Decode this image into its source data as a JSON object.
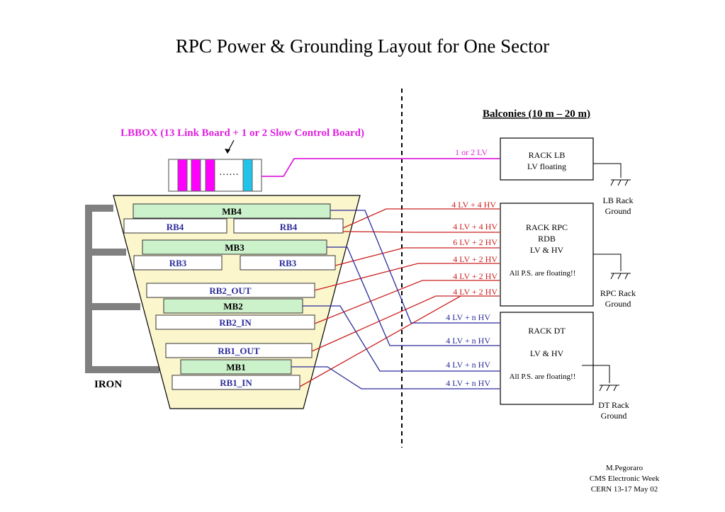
{
  "title": "RPC Power & Grounding Layout for One Sector",
  "balconies_label": "Balconies (10 m – 20 m)",
  "lbbox_label": "LBBOX (13 Link Board + 1 or 2 Slow Control Board)",
  "lbbox_dots": "······",
  "iron_label": "IRON",
  "chambers": {
    "mb4": "MB4",
    "rb4_left": "RB4",
    "rb4_right": "RB4",
    "mb3": "MB3",
    "rb3_left": "RB3",
    "rb3_right": "RB3",
    "rb2_out": "RB2_OUT",
    "mb2": "MB2",
    "rb2_in": "RB2_IN",
    "rb1_out": "RB1_OUT",
    "mb1": "MB1",
    "rb1_in": "RB1_IN"
  },
  "cables": {
    "lb": "1 or 2 LV",
    "rpc": [
      "4 LV + 4 HV",
      "4 LV + 4 HV",
      "6 LV + 2 HV",
      "4 LV + 2 HV",
      "4 LV + 2 HV",
      "4 LV + 2 HV"
    ],
    "dt": [
      "4 LV + n HV",
      "4 LV + n HV",
      "4 LV + n HV",
      "4 LV + n HV"
    ]
  },
  "racks": {
    "lb": "RACK LB\nLV floating",
    "rpc": "RACK RPC\nRDB\nLV & HV",
    "rpc_note": "All P.S. are floating!!",
    "dt": "RACK DT\n\nLV & HV",
    "dt_note": "All P.S. are floating!!"
  },
  "grounds": {
    "lb": "LB Rack\nGround",
    "rpc": "RPC Rack\nGround",
    "dt": "DT Rack\nGround"
  },
  "footer": {
    "author": "M.Pegoraro",
    "event": "CMS Electronic Week",
    "place_date": "CERN 13-17 May 02"
  },
  "colors": {
    "lb_cable": "#e020e0",
    "rpc_cable": "#cc2020",
    "dt_cable": "#2b2b9b",
    "chamber_fill": "#ccf2cc",
    "yoke_fill": "#fbf6cc",
    "iron": "#808080",
    "rb_text": "#2b2b9b",
    "lbbox_magenta": "#ff00ff",
    "lbbox_cyan": "#22c3e8"
  }
}
